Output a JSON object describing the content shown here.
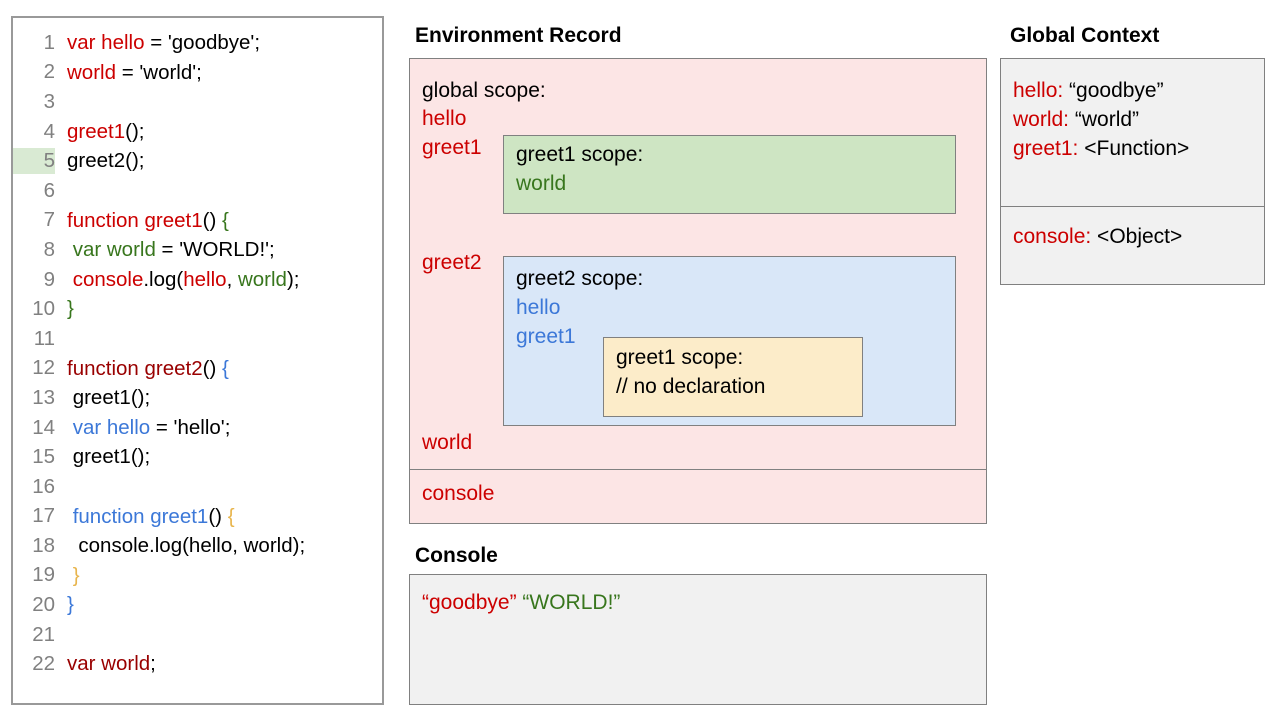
{
  "code_panel": {
    "lines": [
      {
        "number": "1",
        "tokens": [
          {
            "t": "var hello",
            "c": "red"
          },
          {
            "t": " = 'goodbye';",
            "c": "black"
          }
        ]
      },
      {
        "number": "2",
        "tokens": [
          {
            "t": "world",
            "c": "red"
          },
          {
            "t": " = 'world';",
            "c": "black"
          }
        ]
      },
      {
        "number": "3",
        "tokens": []
      },
      {
        "number": "4",
        "tokens": [
          {
            "t": "greet1",
            "c": "red"
          },
          {
            "t": "();",
            "c": "black"
          }
        ]
      },
      {
        "number": "5",
        "highlight": true,
        "tokens": [
          {
            "t": "greet2();",
            "c": "black"
          }
        ]
      },
      {
        "number": "6",
        "tokens": []
      },
      {
        "number": "7",
        "tokens": [
          {
            "t": "function greet1",
            "c": "red"
          },
          {
            "t": "() ",
            "c": "black"
          },
          {
            "t": "{",
            "c": "green"
          }
        ]
      },
      {
        "number": "8",
        "tokens": [
          {
            "t": " var world",
            "c": "green"
          },
          {
            "t": " = 'WORLD!';",
            "c": "black"
          }
        ]
      },
      {
        "number": "9",
        "tokens": [
          {
            "t": " console",
            "c": "red"
          },
          {
            "t": ".log(",
            "c": "black"
          },
          {
            "t": "hello",
            "c": "red"
          },
          {
            "t": ", ",
            "c": "black"
          },
          {
            "t": "world",
            "c": "green"
          },
          {
            "t": ");",
            "c": "black"
          }
        ]
      },
      {
        "number": "10",
        "tokens": [
          {
            "t": "}",
            "c": "green"
          }
        ]
      },
      {
        "number": "11",
        "tokens": []
      },
      {
        "number": "12",
        "tokens": [
          {
            "t": "function greet2",
            "c": "dkred"
          },
          {
            "t": "() ",
            "c": "black"
          },
          {
            "t": "{",
            "c": "blue"
          }
        ]
      },
      {
        "number": "13",
        "tokens": [
          {
            "t": " greet1();",
            "c": "black"
          }
        ]
      },
      {
        "number": "14",
        "tokens": [
          {
            "t": " var hello",
            "c": "blue"
          },
          {
            "t": " = 'hello';",
            "c": "black"
          }
        ]
      },
      {
        "number": "15",
        "tokens": [
          {
            "t": " greet1();",
            "c": "black"
          }
        ]
      },
      {
        "number": "16",
        "tokens": []
      },
      {
        "number": "17",
        "tokens": [
          {
            "t": " function greet1",
            "c": "blue"
          },
          {
            "t": "() ",
            "c": "black"
          },
          {
            "t": "{",
            "c": "yellow"
          }
        ]
      },
      {
        "number": "18",
        "tokens": [
          {
            "t": "  console.log(hello, world);",
            "c": "black"
          }
        ]
      },
      {
        "number": "19",
        "tokens": [
          {
            "t": " }",
            "c": "yellow"
          }
        ]
      },
      {
        "number": "20",
        "tokens": [
          {
            "t": "}",
            "c": "blue"
          }
        ]
      },
      {
        "number": "21",
        "tokens": []
      },
      {
        "number": "22",
        "tokens": [
          {
            "t": "var world",
            "c": "dkred"
          },
          {
            "t": ";",
            "c": "black"
          }
        ]
      }
    ]
  },
  "environment_record": {
    "title": "Environment Record",
    "global_scope_label": "global scope:",
    "bindings": {
      "hello": "hello",
      "greet1": "greet1",
      "greet2": "greet2",
      "world": "world"
    },
    "builtin": "console",
    "greet1_scope": {
      "title": "greet1 scope:",
      "binding": "world"
    },
    "greet2_scope": {
      "title": "greet2 scope:",
      "binding_hello": "hello",
      "binding_greet1": "greet1"
    },
    "greet1_inner_scope": {
      "title": "greet1 scope:",
      "comment": "// no declaration"
    }
  },
  "global_context": {
    "title": "Global Context",
    "variables": [
      {
        "key": "hello:",
        "value": " “goodbye”"
      },
      {
        "key": "world:",
        "value": " “world”"
      },
      {
        "key": "greet1:",
        "value": " <Function>"
      }
    ],
    "builtins": [
      {
        "key": "console:",
        "value": " <Object>"
      }
    ]
  },
  "console": {
    "title": "Console",
    "output": [
      {
        "text": "“goodbye”",
        "color": "red"
      },
      {
        "text": "“WORLD!”",
        "color": "green"
      }
    ]
  },
  "colors": {
    "red": "#cc0000",
    "dark_red": "#990000",
    "green": "#38761d",
    "blue": "#3c78d8",
    "yellow": "#e8b54d",
    "env_panel_bg": "#fce5e5",
    "greet1_scope_bg": "#cee5c3",
    "greet2_scope_bg": "#d9e7f8",
    "greet1_inner_bg": "#fcecc9",
    "panel_gray_bg": "#f1f1f1",
    "line_highlight": "#d9ead3",
    "border": "#808080"
  }
}
